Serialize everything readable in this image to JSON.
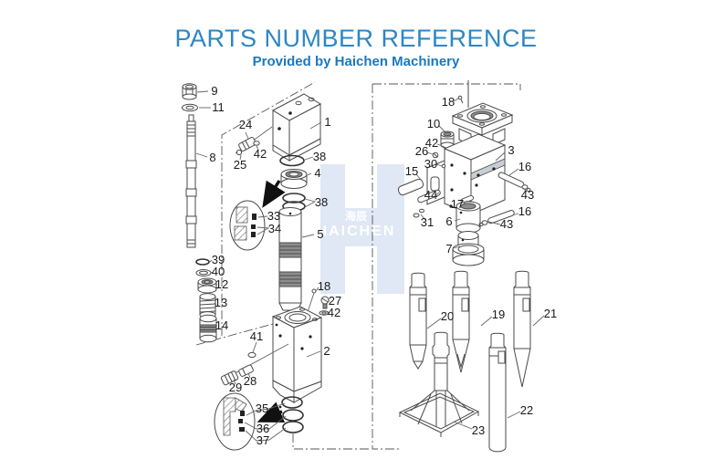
{
  "header": {
    "title": "PARTS NUMBER REFERENCE",
    "subtitle": "Provided by Haichen Machinery"
  },
  "watermark": {
    "cn": "海辰",
    "en": "HAICHEN"
  },
  "colors": {
    "title_blue": "#2e86c4",
    "subtitle_blue": "#1a78c0",
    "line": "#4a4a4a",
    "watermark_bg": "#dfe8f4"
  },
  "diagram": {
    "labels": {
      "p9": "9",
      "p11": "11",
      "p8": "8",
      "p24": "24",
      "p25": "25",
      "p42a": "42",
      "p1": "1",
      "p38a": "38",
      "p4": "4",
      "p38b": "38",
      "p33": "33",
      "p34": "34",
      "p5": "5",
      "p39": "39",
      "p40": "40",
      "p12": "12",
      "p13": "13",
      "p14": "14",
      "p18a": "18",
      "p27": "27",
      "p42b": "42",
      "p41": "41",
      "p2": "2",
      "p28": "28",
      "p29": "29",
      "p35": "35",
      "p36": "36",
      "p37": "37",
      "p18b": "18",
      "p10": "10",
      "p42c": "42",
      "p26": "26",
      "p30": "30",
      "p15": "15",
      "p3": "3",
      "p16a": "16",
      "p43a": "43",
      "p44": "44",
      "p17": "17",
      "p31": "31",
      "p6": "6",
      "p16b": "16",
      "p43b": "43",
      "p7": "7",
      "p20": "20",
      "p19": "19",
      "p21": "21",
      "p22": "22",
      "p23": "23"
    }
  }
}
